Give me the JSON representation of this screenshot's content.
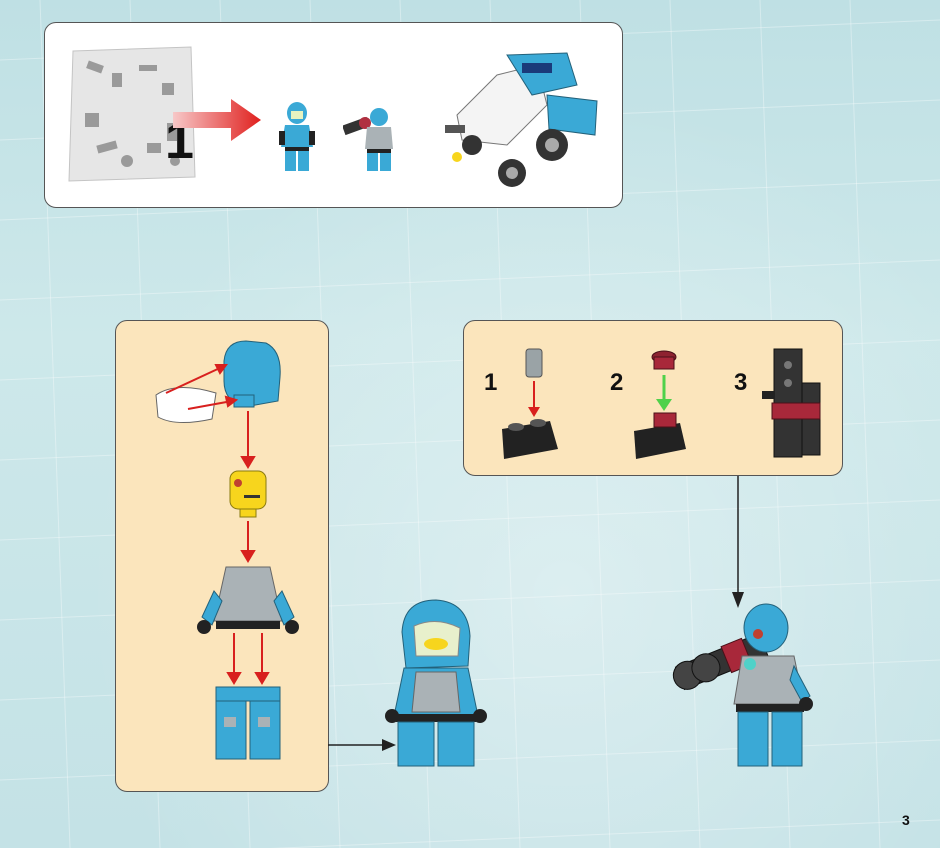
{
  "overview": {
    "bag_number": "1"
  },
  "blaster_build": {
    "steps": [
      {
        "number": "1"
      },
      {
        "number": "2"
      },
      {
        "number": "3"
      }
    ]
  },
  "page": {
    "number": "3"
  },
  "colors": {
    "panel_background": "#fbe5bc",
    "minifig_blue": "#3aa9d6",
    "arrow_red": "#d8201e",
    "arrow_green": "#4fd14a",
    "torso_gray": "#aab2b6",
    "head_yellow": "#f7d51d"
  },
  "icons": [
    "parts-bag-icon",
    "red-arrow-icon",
    "minifigure-icon",
    "vehicle-icon",
    "brick-icon",
    "blaster-icon"
  ]
}
